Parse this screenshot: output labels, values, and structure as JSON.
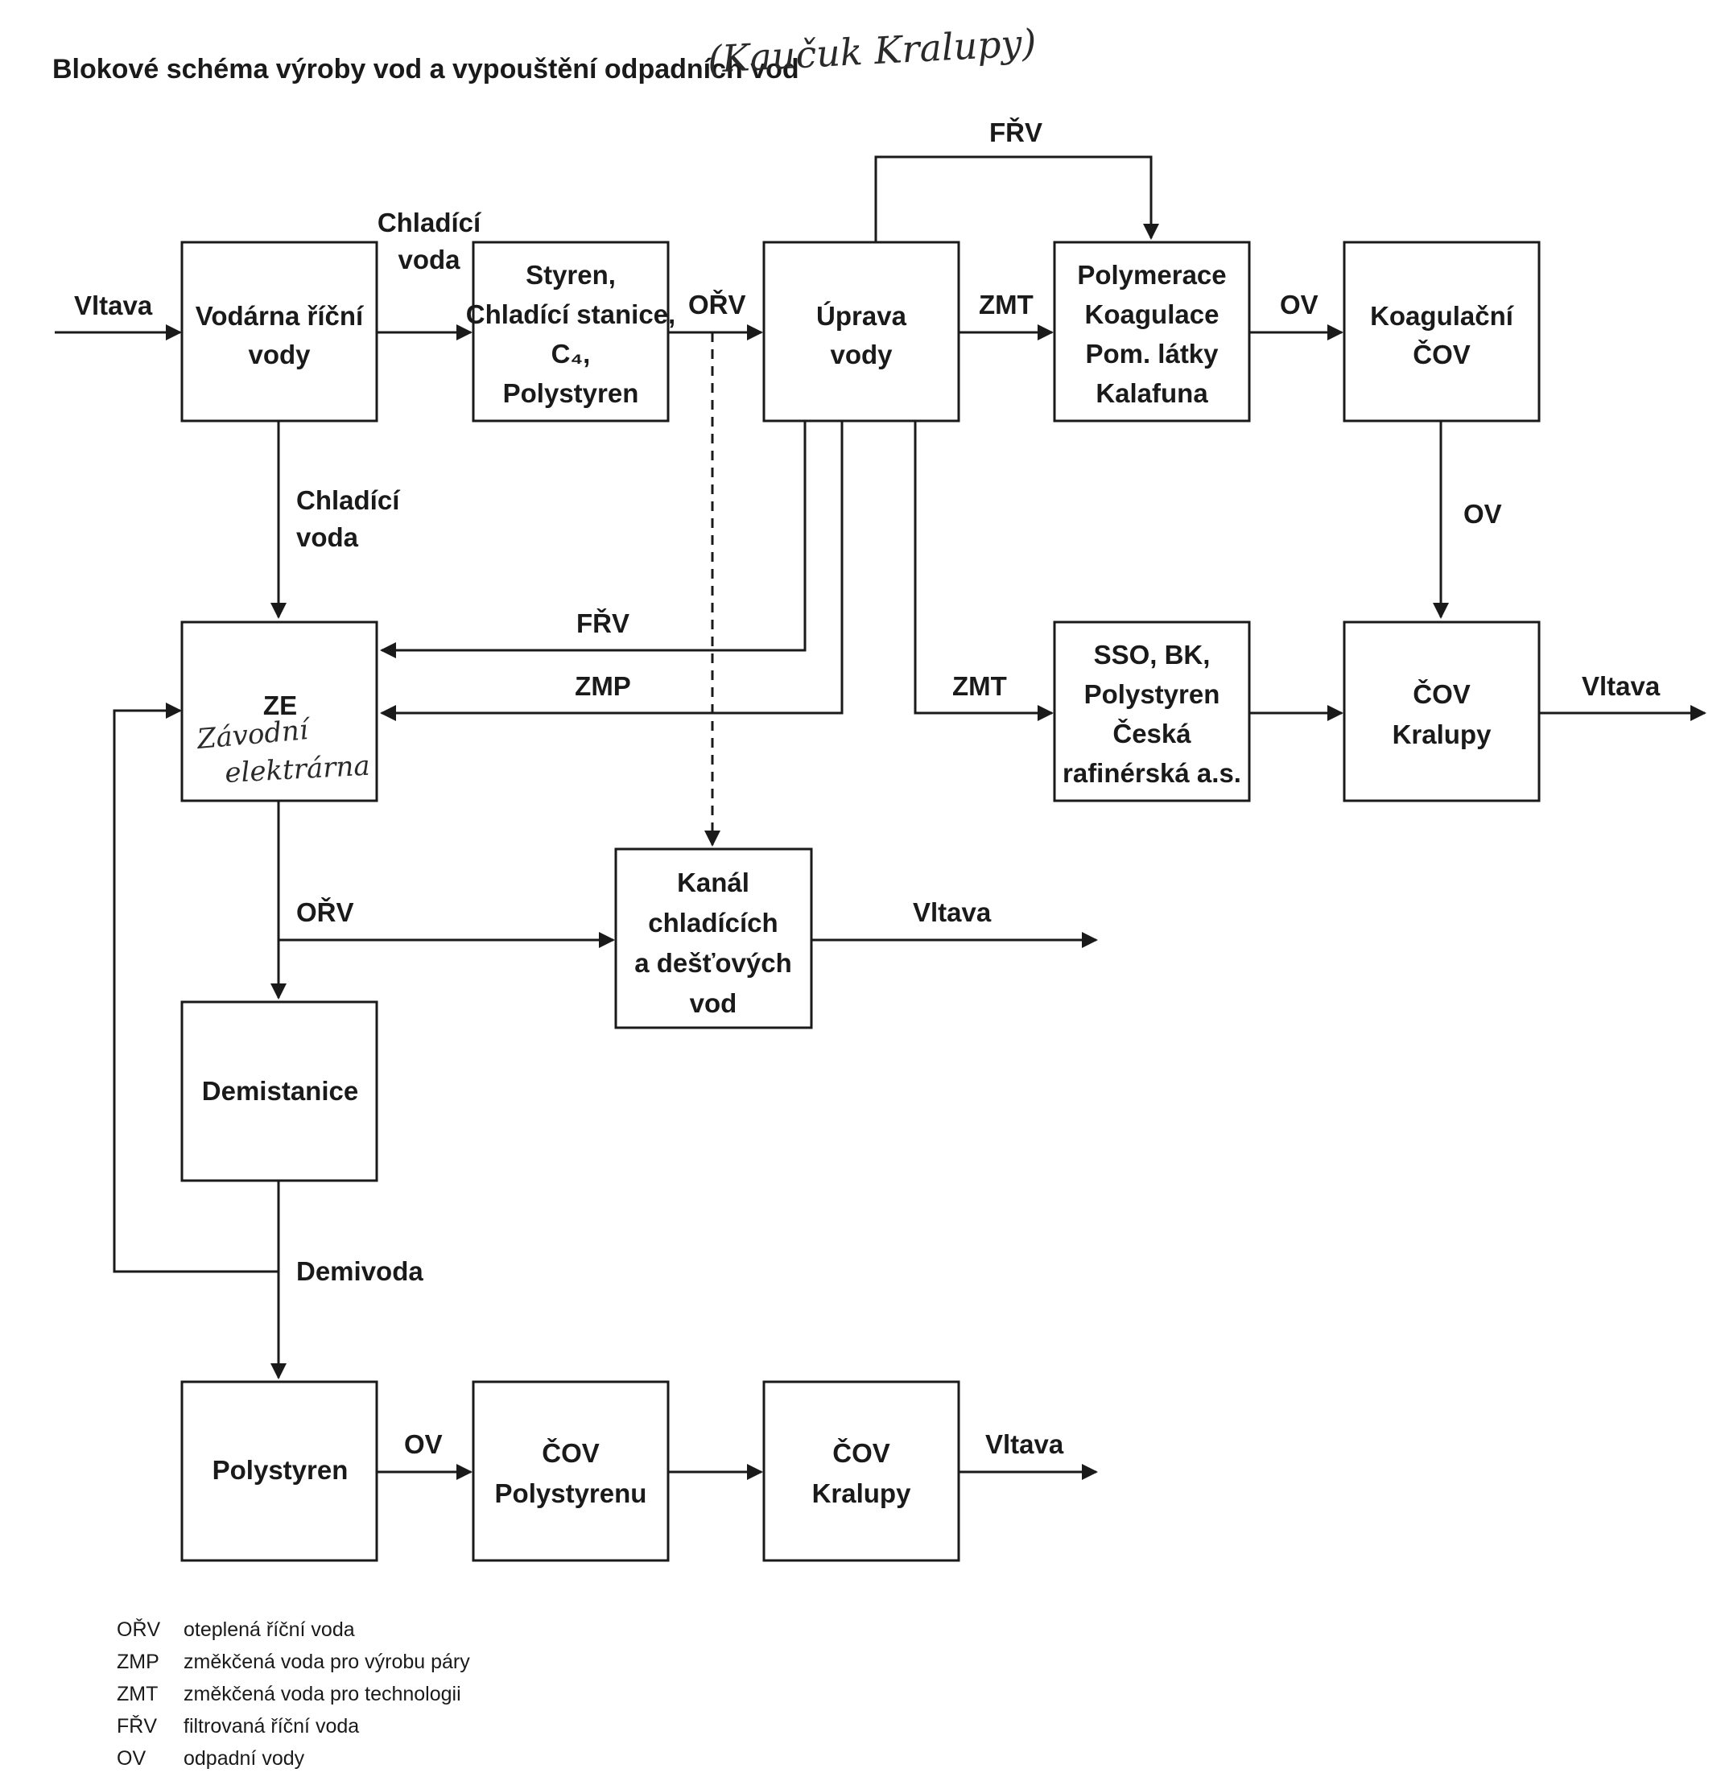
{
  "title": "Blokové schéma výroby vod a vypouštění odpadních vod",
  "handwritten_note": "(Kaučuk Kralupy)",
  "handwritten_ze": [
    "Závodní",
    "elektrárna"
  ],
  "boxes": {
    "vodarna": [
      "Vodárna říční",
      "vody"
    ],
    "styren": [
      "Styren,",
      "Chladící stanice,",
      "C₄,",
      "Polystyren"
    ],
    "uprava": [
      "Úprava",
      "vody"
    ],
    "polymerace": [
      "Polymerace",
      "Koagulace",
      "Pom. látky",
      "Kalafuna"
    ],
    "koagulacni_cov": [
      "Koagulační",
      "ČOV"
    ],
    "ze": [
      "ZE"
    ],
    "sso": [
      "SSO, BK,",
      "Polystyren",
      "Česká",
      "rafinérská a.s."
    ],
    "cov_kralupy_top": [
      "ČOV",
      "Kralupy"
    ],
    "kanal": [
      "Kanál",
      "chladících",
      "a dešťových",
      "vod"
    ],
    "demistanice": [
      "Demistanice"
    ],
    "polystyren": [
      "Polystyren"
    ],
    "cov_polystyrenu": [
      "ČOV",
      "Polystyrenu"
    ],
    "cov_kralupy_bottom": [
      "ČOV",
      "Kralupy"
    ]
  },
  "labels": {
    "vltava_in": "Vltava",
    "chladici_voda_top": [
      "Chladící",
      "voda"
    ],
    "orv_top": "OŘV",
    "frv_top": "FŘV",
    "zmt_top": "ZMT",
    "ov_top": "OV",
    "chladici_voda_left": [
      "Chladící",
      "voda"
    ],
    "ov_right": "OV",
    "frv_mid": "FŘV",
    "zmp_mid": "ZMP",
    "zmt_mid": "ZMT",
    "vltava_right": "Vltava",
    "orv_mid": "OŘV",
    "vltava_kanal": "Vltava",
    "demivoda": "Demivoda",
    "ov_bottom": "OV",
    "vltava_bottom": "Vltava"
  },
  "legend": [
    {
      "abbr": "OŘV",
      "text": "oteplená říční voda"
    },
    {
      "abbr": "ZMP",
      "text": "změkčená voda pro výrobu páry"
    },
    {
      "abbr": "ZMT",
      "text": "změkčená voda pro technologii"
    },
    {
      "abbr": "FŘV",
      "text": "filtrovaná říční voda"
    },
    {
      "abbr": "OV",
      "text": "odpadní vody"
    }
  ]
}
